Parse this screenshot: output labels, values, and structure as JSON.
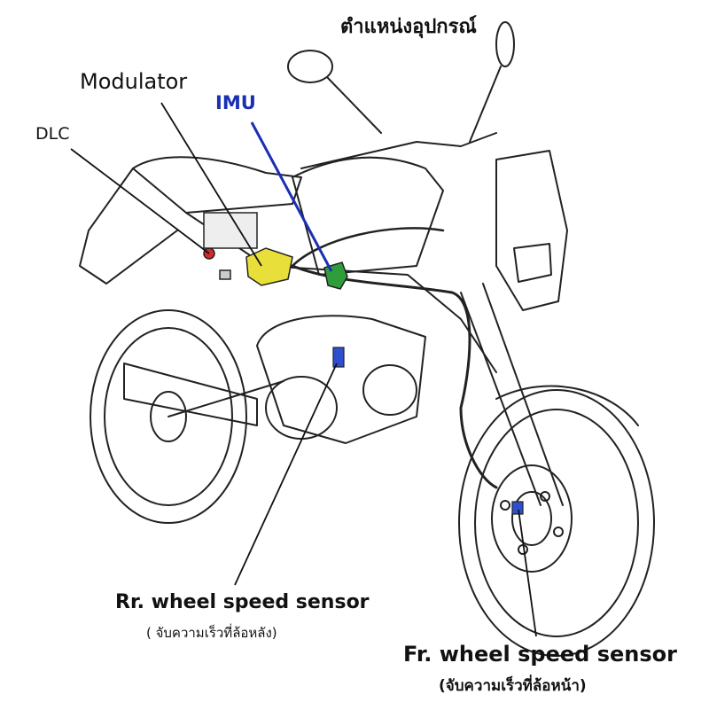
{
  "title": "ตำแหน่งอุปกรณ์",
  "labels": {
    "modulator": "Modulator",
    "imu": "IMU",
    "dlc": "DLC",
    "rear_sensor": "Rr. wheel speed sensor",
    "rear_sensor_thai": "( จับความเร็วที่ล้อหลัง)",
    "front_sensor": "Fr. wheel speed sensor",
    "front_sensor_thai": "(จับความเร็วที่ล้อหน้า)"
  },
  "colors": {
    "line": "#222222",
    "imu_text": "#1a2fb3",
    "imu_part": "#2f9e3a",
    "modulator_part": "#e8df3a",
    "dlc_part": "#d42a2a",
    "sensor_part": "#2f4fd1"
  },
  "icons": [
    "motorcycle-illustration",
    "mirror-icon",
    "wheel-icon",
    "disc-brake-icon"
  ]
}
